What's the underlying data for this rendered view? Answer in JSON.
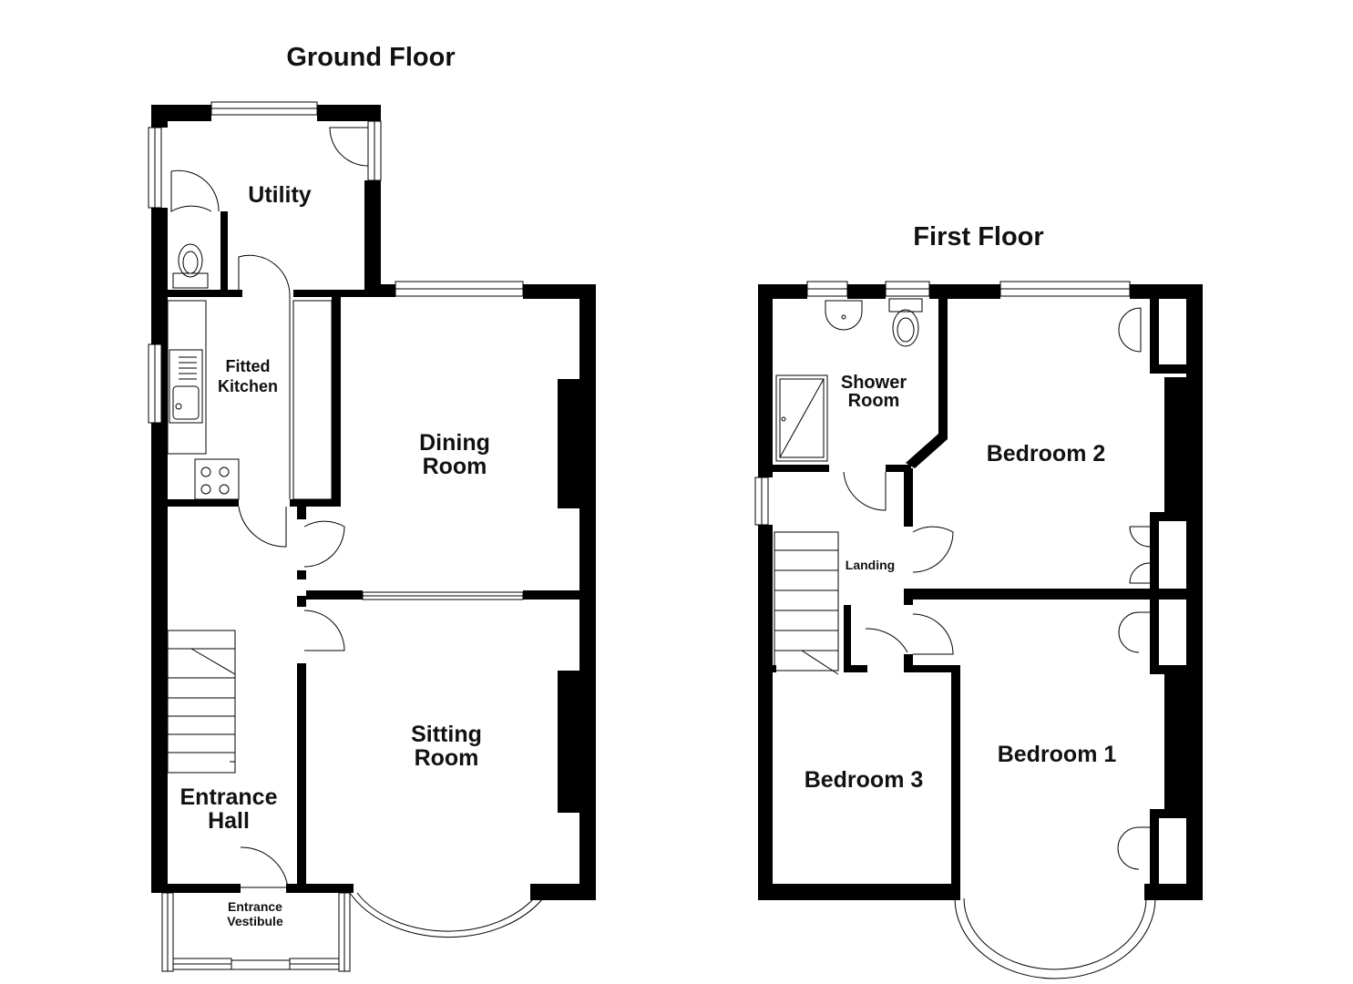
{
  "floors": {
    "ground": {
      "title": "Ground Floor",
      "rooms": {
        "utility": "Utility",
        "kitchen_line1": "Fitted",
        "kitchen_line2": "Kitchen",
        "dining_line1": "Dining",
        "dining_line2": "Room",
        "sitting_line1": "Sitting",
        "sitting_line2": "Room",
        "hall_line1": "Entrance",
        "hall_line2": "Hall",
        "vestibule_line1": "Entrance",
        "vestibule_line2": "Vestibule"
      }
    },
    "first": {
      "title": "First Floor",
      "rooms": {
        "shower_line1": "Shower",
        "shower_line2": "Room",
        "landing": "Landing",
        "bedroom2": "Bedroom 2",
        "bedroom1": "Bedroom 1",
        "bedroom3": "Bedroom 3"
      }
    }
  }
}
